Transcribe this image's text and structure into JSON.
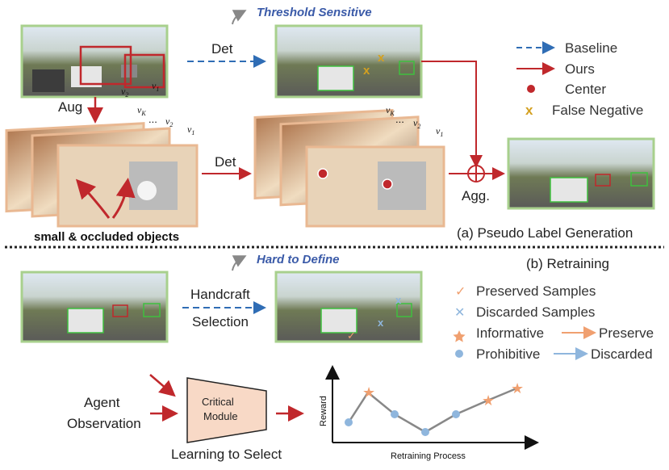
{
  "labels": {
    "threshold_sensitive": "Threshold Sensitive",
    "hard_to_define": "Hard to Define",
    "det_top": "Det",
    "det_mid": "Det",
    "aug": "Aug",
    "agg": "Agg.",
    "small_occluded": "small & occluded objects",
    "pseudo_label_generation": "(a) Pseudo Label Generation",
    "retraining": "(b) Retraining",
    "handcraft": "Handcraft",
    "selection": "Selection",
    "agent": "Agent",
    "observation": "Observation",
    "critical": "Critical",
    "module": "Module",
    "learning_to_select": "Learning to Select",
    "reward_axis": "Reward",
    "retraining_process_axis": "Retraining Process",
    "v1": "v",
    "v2": "v",
    "vK": "v",
    "sub1": "1",
    "sub2": "2",
    "subK": "K",
    "dots": "..."
  },
  "legend_top": [
    {
      "label": "Baseline",
      "symbol": "dashed-blue-arrow"
    },
    {
      "label": "Ours",
      "symbol": "red-arrow"
    },
    {
      "label": "Center",
      "symbol": "red-dot"
    },
    {
      "label": "False Negative",
      "symbol": "orange-x"
    }
  ],
  "legend_bottom": {
    "preserved": "Preserved Samples",
    "discarded": "Discarded Samples",
    "informative": "Informative",
    "preserve": "Preserve",
    "prohibitive": "Prohibitive",
    "discarded2": "Discarded"
  },
  "reward_points": [
    {
      "kind": "prohibitive"
    },
    {
      "kind": "informative"
    },
    {
      "kind": "prohibitive"
    },
    {
      "kind": "prohibitive"
    },
    {
      "kind": "prohibitive"
    },
    {
      "kind": "informative"
    },
    {
      "kind": "informative"
    }
  ],
  "colors": {
    "red": "#c0282c",
    "blue": "#2f6db5",
    "orange": "#f0a070",
    "lightblue": "#8fb6dd",
    "frame_green": "#a8d08d",
    "frame_peach": "#e9b892",
    "module_fill": "#f8d9c6"
  }
}
